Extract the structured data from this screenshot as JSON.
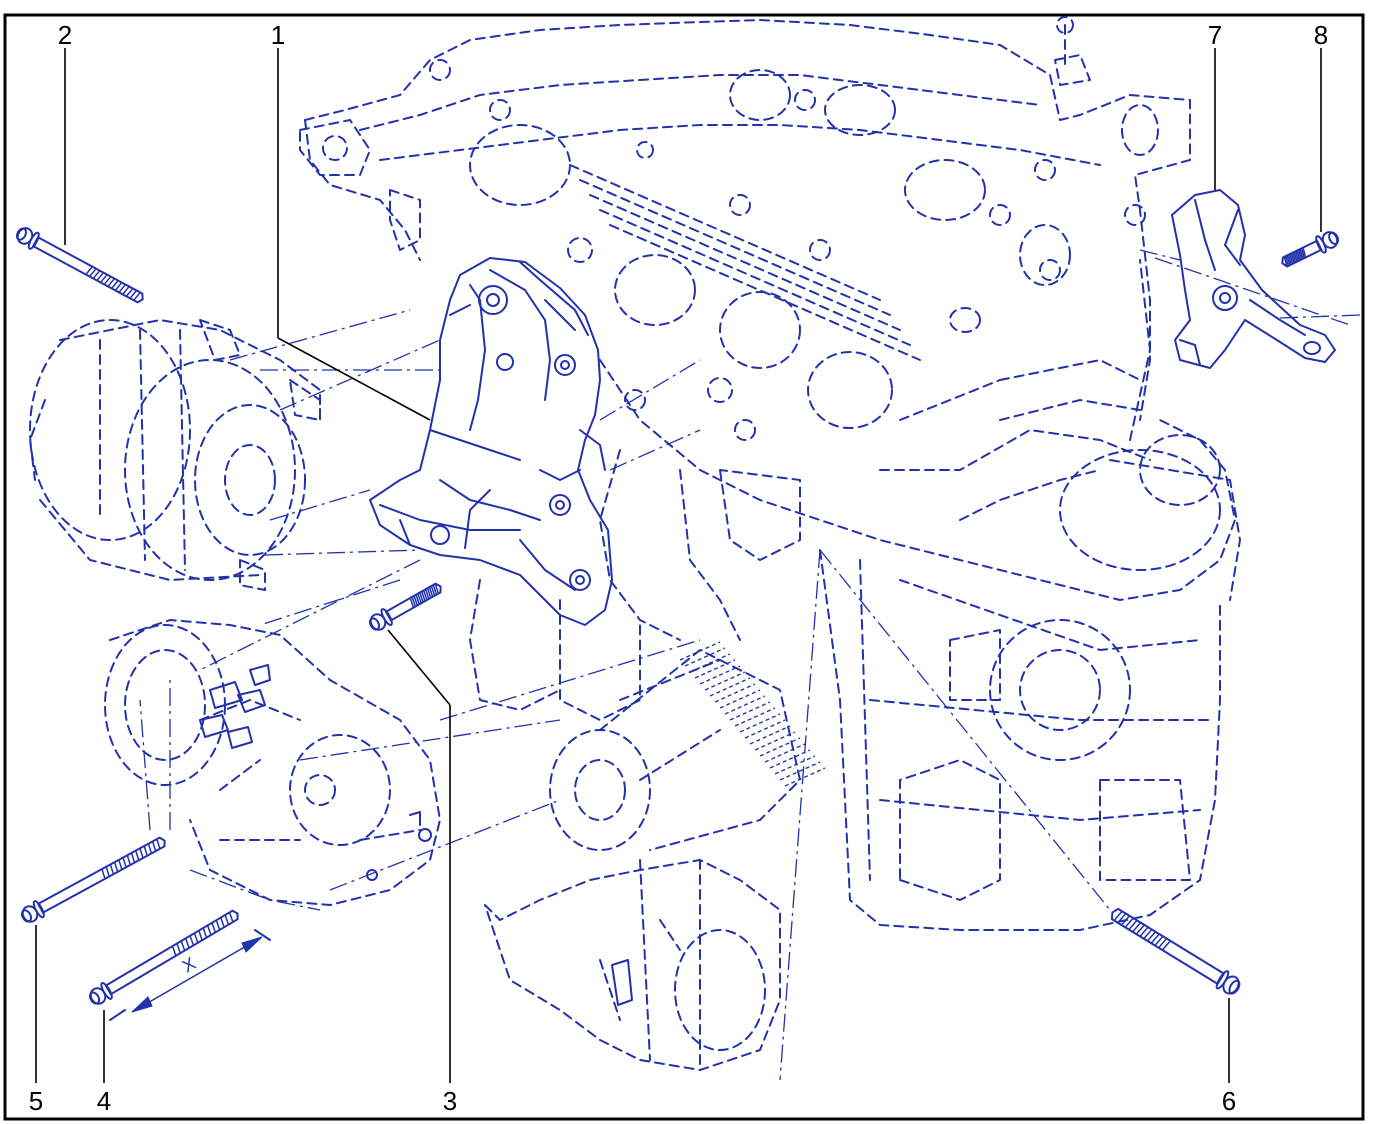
{
  "colors": {
    "line": "#2233aa",
    "border": "#000000",
    "callout": "#000000"
  },
  "callouts": {
    "c1": "1",
    "c2": "2",
    "c3": "3",
    "c4": "4",
    "c5": "5",
    "c6": "6",
    "c7": "7",
    "c8": "8"
  },
  "dimension": {
    "x_label": "X"
  }
}
